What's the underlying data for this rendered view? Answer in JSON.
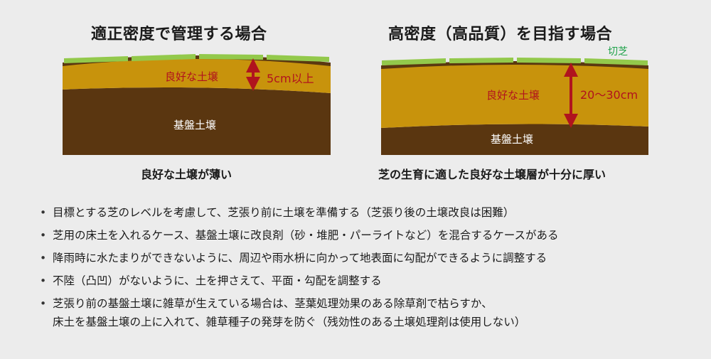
{
  "left_panel": {
    "title": "適正密度で管理する場合",
    "good_soil_label": "良好な土壌",
    "thickness_label": "5cm以上",
    "base_soil_label": "基盤土壌",
    "caption": "良好な土壌が薄い"
  },
  "right_panel": {
    "title": "高密度（高品質）を目指す場合",
    "sod_label": "切芝",
    "good_soil_label": "良好な土壌",
    "thickness_label": "20～30cm",
    "base_soil_label": "基盤土壌",
    "caption": "芝の生育に適した良好な土壌層が十分に厚い"
  },
  "colors": {
    "background": "#ececec",
    "grass": "#93c94b",
    "turf_root": "#5a3810",
    "good_soil": "#c8930c",
    "base_soil": "#5a3610",
    "arrow": "#b0141e",
    "label_dark": "#b1121e",
    "label_light": "#ffffff",
    "sod_label": "#1fa24a"
  },
  "bullets": [
    [
      "目標とする芝のレベルを考慮して、芝張り前に土壌を準備する（芝張り後の土壌改良は困難）"
    ],
    [
      "芝用の床土を入れるケース、基盤土壌に改良剤（砂・堆肥・パーライトなど）を混合するケースがある"
    ],
    [
      "降雨時に水たまりができないように、周辺や雨水枡に向かって地表面に勾配ができるように調整する"
    ],
    [
      "不陸（凸凹）がないように、土を押さえて、平面・勾配を調整する"
    ],
    [
      "芝張り前の基盤土壌に雑草が生えている場合は、茎葉処理効果のある除草剤で枯らすか、",
      "床土を基盤土壌の上に入れて、雑草種子の発芽を防ぐ（残効性のある土壌処理剤は使用しない）"
    ]
  ]
}
